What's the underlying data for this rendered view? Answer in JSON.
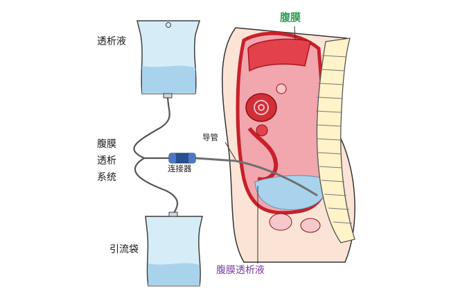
{
  "labels": {
    "dialysate": "透析液",
    "system_line1": "腹膜",
    "system_line2": "透析",
    "system_line3": "系统",
    "drainage_bag": "引流袋",
    "catheter": "导管",
    "connector": "连接器",
    "peritoneum": "腹膜",
    "peritoneal_fluid": "腹膜透析液"
  },
  "colors": {
    "bag_fill": "#d6edf8",
    "bag_stroke": "#3d3d3d",
    "fluid": "#a9d3ec",
    "organ_red": "#c8202a",
    "organ_pink": "#f2a6ad",
    "skin": "#fbe4d5",
    "spine": "#fff3c9",
    "peritoneum_label": "#2f9e57",
    "fluid_label": "#7a3ea3",
    "connector": "#2a4f8f"
  },
  "icons": [
    "dialysate-bag-icon",
    "drainage-bag-icon",
    "connector-icon"
  ]
}
